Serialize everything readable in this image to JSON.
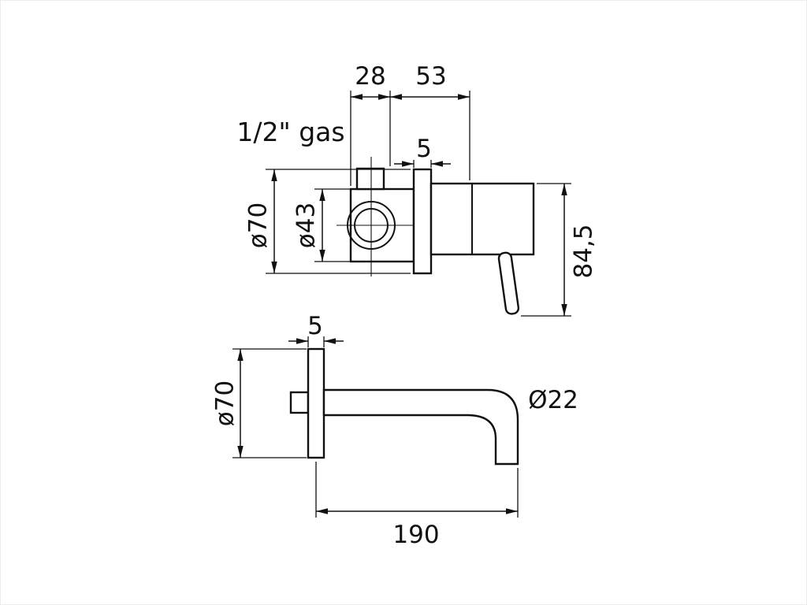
{
  "page": {
    "background": "#ffffff",
    "line_color": "#111111",
    "description": "Technical dimension drawing, wall-mounted basin mixer: valve body side view (top) and spout side view (bottom)"
  },
  "views": {
    "mixer_side": {
      "dims": {
        "width_28": "28",
        "width_53": "53",
        "thread": "1/2\" gas",
        "plate_thickness": "5",
        "plate_diameter": "ø70",
        "body_diameter": "ø43",
        "height": "84,5"
      }
    },
    "spout_side": {
      "dims": {
        "plate_thickness": "5",
        "plate_diameter": "ø70",
        "spout_diameter": "Ø22",
        "length": "190"
      }
    }
  }
}
